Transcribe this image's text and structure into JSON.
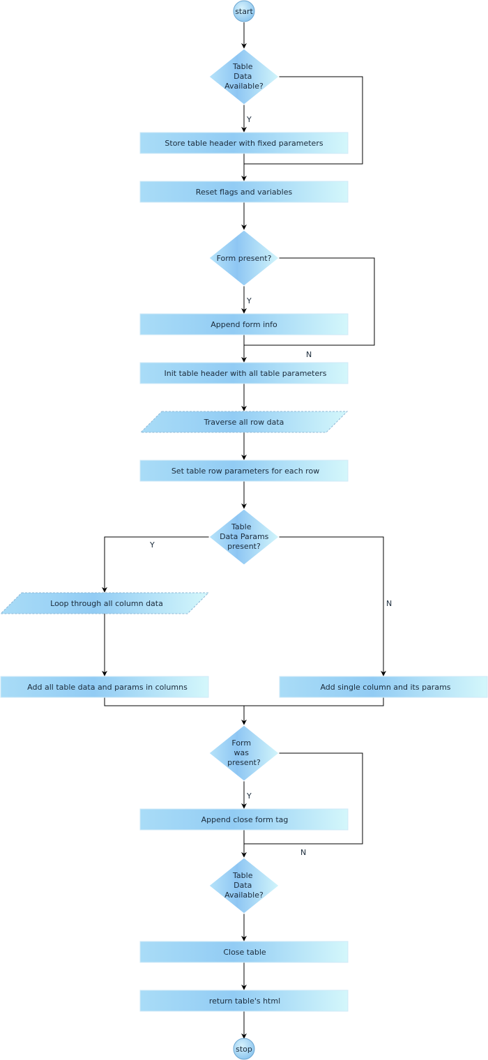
{
  "nodes": {
    "start": "start",
    "dec_table_data_1": [
      "Table",
      "Data",
      "Available?"
    ],
    "store_header": "Store table header with fixed parameters",
    "reset_flags": "Reset flags and variables",
    "dec_form_present": [
      "Form present?"
    ],
    "append_form_info": "Append form info",
    "init_header": "Init table header with all table parameters",
    "traverse_rows": "Traverse all row data",
    "set_row_params": "Set table row parameters for each row",
    "dec_data_params": [
      "Table",
      "Data Params",
      "present?"
    ],
    "loop_columns": "Loop through all column data",
    "add_all_columns": "Add all table data and params in columns",
    "add_single_column": "Add single column and its params",
    "dec_form_was": [
      "Form",
      "was",
      "present?"
    ],
    "append_close_form": "Append close form tag",
    "dec_table_data_2": [
      "Table",
      "Data",
      "Available?"
    ],
    "close_table": "Close table",
    "return_html": "return table's html",
    "stop": "stop"
  },
  "edge_labels": {
    "y1": "Y",
    "y2": "Y",
    "n2": "N",
    "y3": "Y",
    "n3": "N",
    "y4": "Y",
    "n4": "N"
  },
  "colors": {
    "fill_light": "#d2f6fb",
    "fill_mid": "#8fcaf3",
    "fill_dark": "#9fd0f4",
    "edge": "#000000"
  }
}
